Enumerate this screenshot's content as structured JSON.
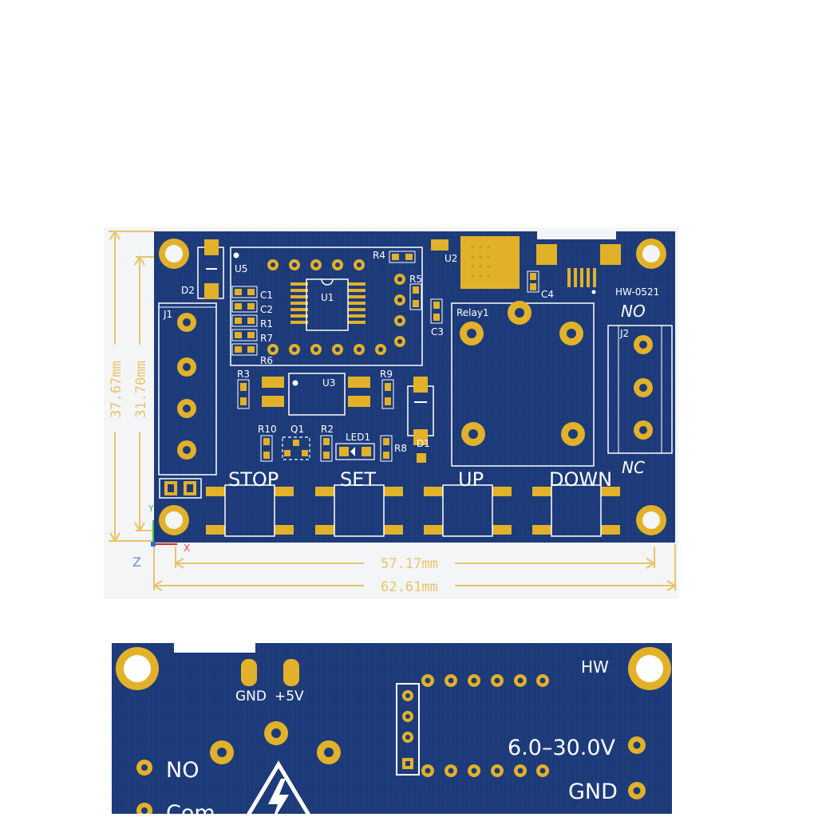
{
  "top_board": {
    "dimensions": {
      "height_outer": "37.67mm",
      "height_inner": "31.70mm",
      "width_inner": "57.17mm",
      "width_outer": "62.61mm"
    },
    "axis": {
      "z": "Z",
      "x": "X",
      "y": "Y"
    },
    "model": "HW-0521",
    "relay_output": {
      "no": "NO",
      "nc": "NC"
    },
    "buttons": [
      "STOP",
      "SET",
      "UP",
      "DOWN"
    ],
    "designators": {
      "u5": "U5",
      "u1": "U1",
      "u2": "U2",
      "u3": "U3",
      "r4": "R4",
      "r5": "R5",
      "r3": "R3",
      "r9": "R9",
      "r10": "R10",
      "r2": "R2",
      "r8": "R8",
      "r1": "R1",
      "r7": "R7",
      "r6": "R6",
      "c1": "C1",
      "c2": "C2",
      "c3": "C3",
      "c4": "C4",
      "d1": "D1",
      "d2": "D2",
      "q1": "Q1",
      "led1": "LED1",
      "j1": "J1",
      "j2": "J2",
      "relay1": "Relay1"
    },
    "colors": {
      "board": "#1d3a78",
      "pad": "#e2b12a",
      "silk": "#ffffff",
      "dim": "#e8c46a"
    }
  },
  "bottom_board": {
    "labels": {
      "gnd": "GND",
      "plus5v": "+5V",
      "hw": "HW",
      "supply": "6.0–30.0V",
      "gnd2": "GND",
      "no": "NO",
      "com": "Com"
    }
  }
}
